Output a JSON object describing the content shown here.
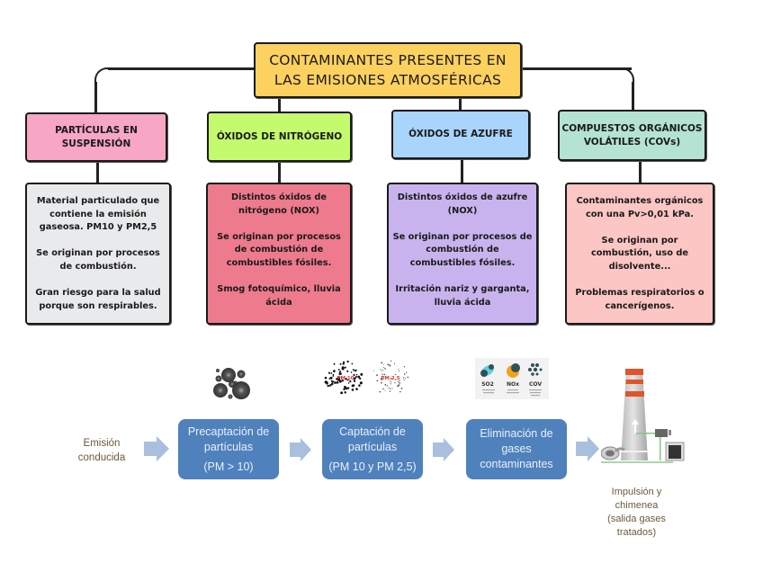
{
  "title": {
    "line1": "CONTAMINANTES PRESENTES EN",
    "line2": "LAS EMISIONES ATMOSFÉRICAS",
    "color": "#fdd160"
  },
  "categories": [
    {
      "header_lines": [
        "PARTÍCULAS EN",
        "SUSPENSIÓN"
      ],
      "header_color": "#f7a6c4",
      "detail_color": "#e9eaec",
      "detail_paragraphs": [
        "Material particulado que contiene la emisión gaseosa. PM10 y PM2,5",
        "Se originan por procesos de combustión.",
        "Gran riesgo para la salud porque son respirables."
      ]
    },
    {
      "header_lines": [
        "ÓXIDOS DE NITRÓGENO"
      ],
      "header_color": "#c4fb6e",
      "detail_color": "#ee7a8d",
      "detail_paragraphs": [
        "Distintos óxidos de nitrógeno (NOX)",
        "Se originan por procesos de combustión de combustibles fósiles.",
        "Smog fotoquímico, lluvia ácida"
      ]
    },
    {
      "header_lines": [
        "ÓXIDOS DE AZUFRE"
      ],
      "header_color": "#a9d4fb",
      "detail_color": "#c8b3ee",
      "detail_paragraphs": [
        "Distintos óxidos de azufre (NOX)",
        "Se originan por procesos de combustión de combustibles fósiles.",
        "Irritación nariz y garganta, lluvia ácida"
      ]
    },
    {
      "header_lines": [
        "COMPUESTOS ORGÁNICOS",
        "VOLÁTILES (COVs)"
      ],
      "header_color": "#b4e3d3",
      "detail_color": "#fbc6c3",
      "detail_paragraphs": [
        "Contaminantes orgánicos con una Pv>0,01 kPa.",
        "Se originan por combustión, uso de disolvente...",
        "Problemas respiratorios o cancerígenos."
      ]
    }
  ],
  "process": {
    "start_label": [
      "Emisión",
      "conducida"
    ],
    "steps": [
      {
        "lines": [
          "Precaptación de",
          "partículas"
        ],
        "sub": "(PM > 10)",
        "icon": "particles-large-icon"
      },
      {
        "lines": [
          "Captación de",
          "partículas"
        ],
        "sub": "(PM 10 y PM 2,5)",
        "icon": "particles-fine-icon"
      },
      {
        "lines": [
          "Eliminación de",
          "gases",
          "contaminantes"
        ],
        "sub": "",
        "icon": "gas-pollutants-icon"
      }
    ],
    "gas_icon_labels": [
      "SO2",
      "NOx",
      "COV"
    ],
    "particle_icon_labels": [
      "PM 10",
      "PM 2,5"
    ],
    "end_label": [
      "Impulsión y",
      "chimenea",
      "(salida gases",
      "tratados)"
    ],
    "box_color": "#4f81bd",
    "arrow_color": "#a9bfdd"
  }
}
